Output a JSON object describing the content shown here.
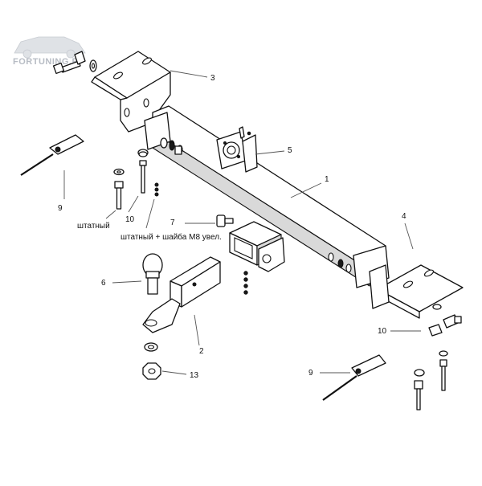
{
  "watermark": {
    "text": "FORTUNING.R"
  },
  "labels": {
    "p1": "1",
    "p2": "2",
    "p3": "3",
    "p4": "4",
    "p5": "5",
    "p6": "6",
    "p7": "7",
    "p9a": "9",
    "p9b": "9",
    "p10a": "10",
    "p10b": "10",
    "p13": "13"
  },
  "notes": {
    "stock": "штатный",
    "stock_washer": "штатный + шайба М8 увел."
  }
}
